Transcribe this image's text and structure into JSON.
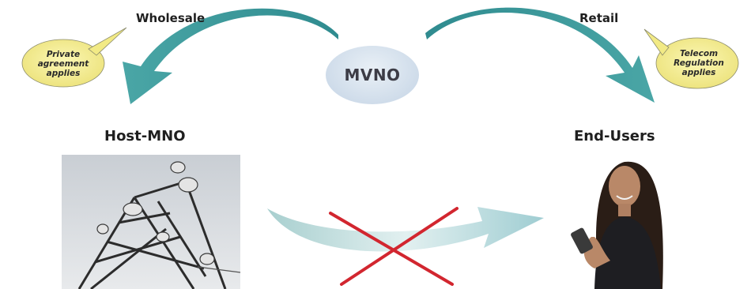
{
  "diagram": {
    "wholesale_label": "Wholesale",
    "retail_label": "Retail",
    "mvno_label": "MVNO",
    "host_label": "Host-MNO",
    "endusers_label": "End-Users",
    "private_bubble": [
      "Private",
      "agreement",
      "applies"
    ],
    "telecom_bubble": [
      "Telecom",
      "Regulation",
      "applies"
    ]
  },
  "colors": {
    "arrow_teal": "#3f9f9f",
    "bubble_yellow": "#f4ee8a",
    "cross_red": "#d2262f",
    "mvno_fill": "#cfdcea"
  },
  "icons": {
    "host_photo": "telecom-tower-icon",
    "enduser_photo": "woman-with-phone-icon"
  }
}
